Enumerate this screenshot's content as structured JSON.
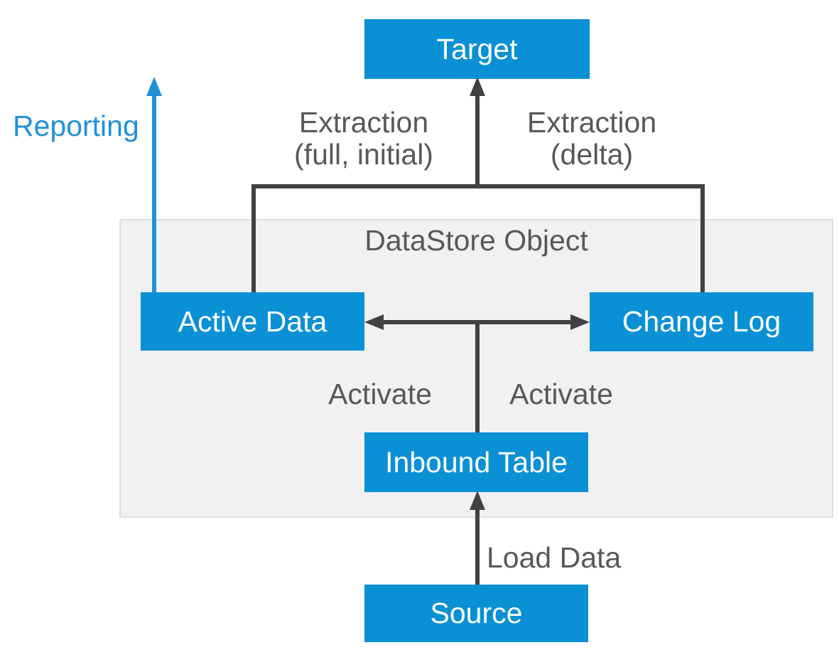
{
  "colors": {
    "box_blue": "#0a90d5",
    "reporting_blue": "#2191d8",
    "line_dark": "#414042",
    "label_gray": "#58585a",
    "container_fill": "#f1f1f2",
    "container_border": "#dededf",
    "node_text": "#ffffff",
    "background": "#ffffff"
  },
  "diagram": {
    "container": {
      "label": "DataStore Object"
    },
    "nodes": {
      "target": {
        "label": "Target"
      },
      "active_data": {
        "label": "Active Data"
      },
      "change_log": {
        "label": "Change Log"
      },
      "inbound_table": {
        "label": "Inbound Table"
      },
      "source": {
        "label": "Source"
      }
    },
    "labels": {
      "reporting": "Reporting",
      "extraction_full": {
        "line1": "Extraction",
        "line2": "(full, initial)"
      },
      "extraction_delta": {
        "line1": "Extraction",
        "line2": "(delta)"
      },
      "activate_left": "Activate",
      "activate_right": "Activate",
      "load_data": "Load Data"
    },
    "arrows": [
      {
        "from": "source",
        "to": "inbound_table",
        "label": "Load Data"
      },
      {
        "from": "inbound_table",
        "to": "active_data",
        "label": "Activate"
      },
      {
        "from": "inbound_table",
        "to": "change_log",
        "label": "Activate"
      },
      {
        "from": "active_data",
        "to": "target",
        "label": "Extraction (full, initial)"
      },
      {
        "from": "change_log",
        "to": "target",
        "label": "Extraction (delta)"
      },
      {
        "from": "active_data",
        "to": "reporting",
        "label": "Reporting"
      }
    ]
  }
}
